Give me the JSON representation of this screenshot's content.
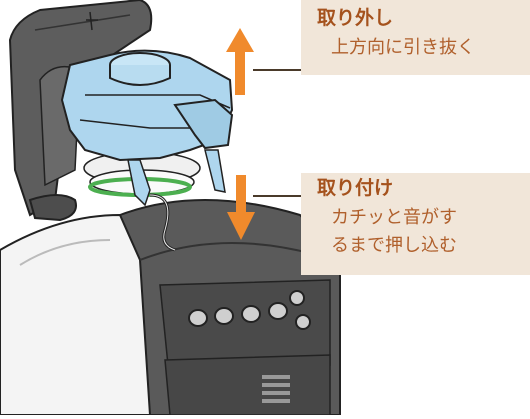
{
  "callouts": {
    "remove": {
      "title": "取り外し",
      "description": "上方向に引き抜く"
    },
    "attach": {
      "title": "取り付け",
      "description_line1": "カチッと音がす",
      "description_line2": "るまで押し込む"
    }
  },
  "colors": {
    "callout_bg": "#f1e6d9",
    "callout_text": "#a5521d",
    "arrow": "#f08a2c",
    "leader_line": "#4a3a2a",
    "part_blue": "#aed6ee",
    "machine_dark": "#555555",
    "gasket_green": "#4caf50"
  },
  "icons": {
    "up_arrow": "up-arrow-icon",
    "down_arrow": "down-arrow-icon"
  }
}
